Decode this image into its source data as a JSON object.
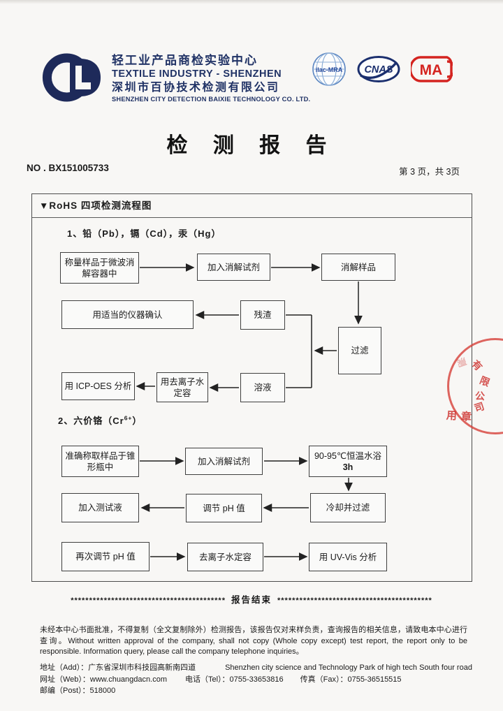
{
  "document": {
    "title": "检  测  报  告",
    "report_no": "NO . BX151005733",
    "page_info": "第 3 页，共 3页"
  },
  "header": {
    "org_cn": "轻工业产品商检实验中心",
    "org_en": "TEXTILE INDUSTRY - SHENZHEN",
    "company_cn": "深圳市百协技术检测有限公司",
    "company_en": "SHENZHEN CITY DETECTION BAIXIE TECHNOLOGY CO. LTD."
  },
  "badges": {
    "ilac": "ilac-MRA",
    "cnas": "CNAS",
    "cma": "MA"
  },
  "flow": {
    "section_title": "▼RoHS 四项检测流程图",
    "part1_label": "1、铅（Pb），镉（Cd），汞（Hg）",
    "part2_label_main": "2、六价铬（Cr",
    "part2_label_sup": "6+",
    "part2_label_close": "）",
    "p1": {
      "weigh": "称量样品于微波消解容器中",
      "reagent": "加入消解试剂",
      "digest": "消解样品",
      "confirm": "用适当的仪器确认",
      "residue": "残渣",
      "filter": "过滤",
      "solution": "溶液",
      "dilute": "用去离子水定容",
      "icp": "用 ICP-OES 分析"
    },
    "p2": {
      "flask": "准确称取样品于锥形瓶中",
      "reagent": "加入消解试剂",
      "bath_line1": "90-95℃恒温水浴",
      "bath_line2": "3h",
      "cool": "冷却并过滤",
      "adjust_ph": "调节 pH 值",
      "test_liquid": "加入测试液",
      "readjust_ph": "再次调节 pH 值",
      "dilute": "去离子水定容",
      "uv": "用 UV-Vis 分析"
    }
  },
  "divider": {
    "stars": "******************************************",
    "text": "报告结束"
  },
  "stamp": {
    "arc_chars": [
      "有",
      "限",
      "公",
      "司"
    ],
    "bottom_text": "用章",
    "faint_char": "测"
  },
  "footer": {
    "disclaimer": "未经本中心书面批准，不得复制（全文复制除外）检测报告，该报告仅对来样负责，查询报告的相关信息，请致电本中心进行查询。Without written approval of the company, shall not copy (Whole copy except) test report, the report only to be responsible. Information query, please call the company telephone inquiries。",
    "address_cn": "地址（Add）：广东省深圳市科技园高新南四道",
    "address_en": "Shenzhen city science and Technology Park of high tech South four road",
    "web": "网址（Web）：www.chuangdacn.com",
    "tel": "电话（Tel）：0755-33653816",
    "fax": "传真（Fax）：0755-36515515",
    "post": "邮编（Post）：518000"
  },
  "colors": {
    "navy": "#203265",
    "stamp_red": "#d03a35",
    "ink": "#1a1a1a"
  }
}
